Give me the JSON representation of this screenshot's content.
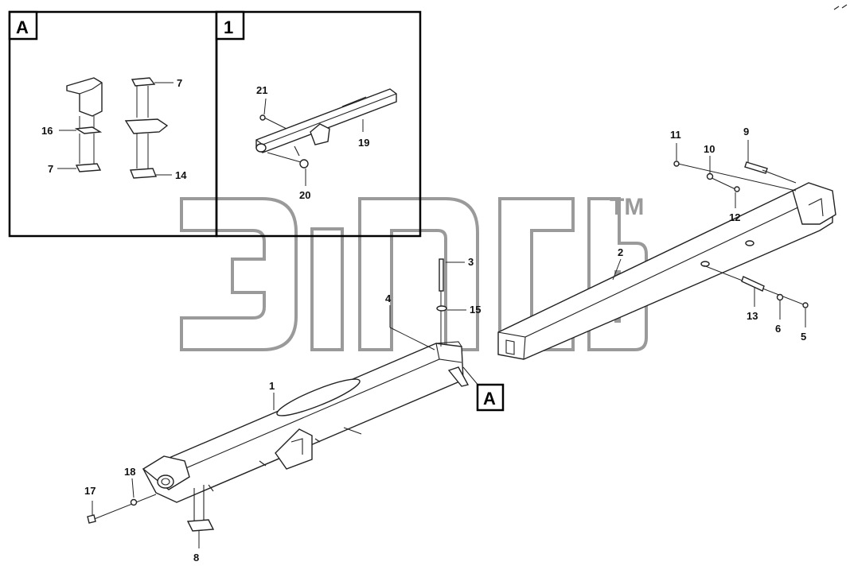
{
  "inset_a": {
    "tag": "A",
    "callouts": {
      "c16": "16",
      "c7a": "7",
      "c7b": "7",
      "c14": "14"
    }
  },
  "inset_1": {
    "tag": "1",
    "callouts": {
      "c21": "21",
      "c19": "19",
      "c20": "20"
    }
  },
  "main": {
    "detail_marker": "A",
    "callouts": {
      "c1": "1",
      "c2": "2",
      "c3": "3",
      "c4": "4",
      "c5": "5",
      "c6": "6",
      "c8": "8",
      "c9": "9",
      "c10": "10",
      "c11": "11",
      "c12": "12",
      "c13": "13",
      "c15": "15",
      "c17": "17",
      "c18": "18"
    }
  },
  "watermark": {
    "text": "элсb",
    "mark": "TM"
  }
}
